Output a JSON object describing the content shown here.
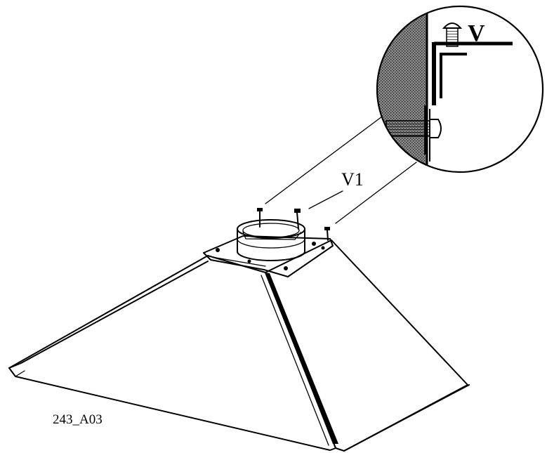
{
  "diagram": {
    "labels": {
      "detail_label": "V",
      "screw_label": "V1",
      "figure_code": "243_A03"
    },
    "colors": {
      "line": "#000000",
      "background": "#ffffff",
      "wall_fill": "#555555"
    }
  }
}
